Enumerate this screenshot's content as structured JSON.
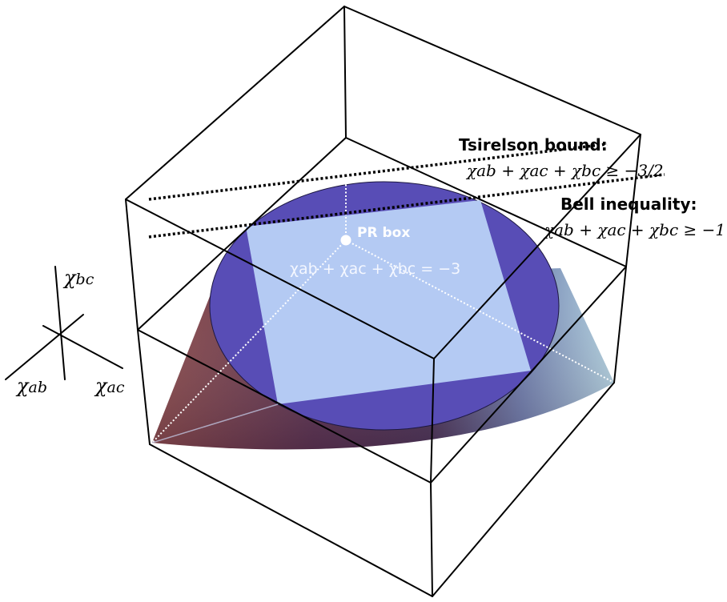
{
  "figure": {
    "tsirelson": {
      "title": "Tsirelson bound:",
      "equation": "χab + χac + χbc ≥ −3/2"
    },
    "bell": {
      "title": "Bell inequality:",
      "equation": "χab + χac + χbc ≥ −1"
    },
    "pr_box": {
      "label": "PR box",
      "equation": "χab + χac + χbc = −3"
    },
    "axes": {
      "bc": {
        "symbol": "χ",
        "sub": "bc"
      },
      "ab": {
        "symbol": "χ",
        "sub": "ab"
      },
      "ac": {
        "symbol": "χ",
        "sub": "ac"
      }
    },
    "colors": {
      "disc": "#584db6",
      "square": "#b4caf3",
      "surface_left": "#8a4a4a",
      "surface_mid": "#4e2f4f",
      "surface_right": "#a9cde0"
    }
  }
}
